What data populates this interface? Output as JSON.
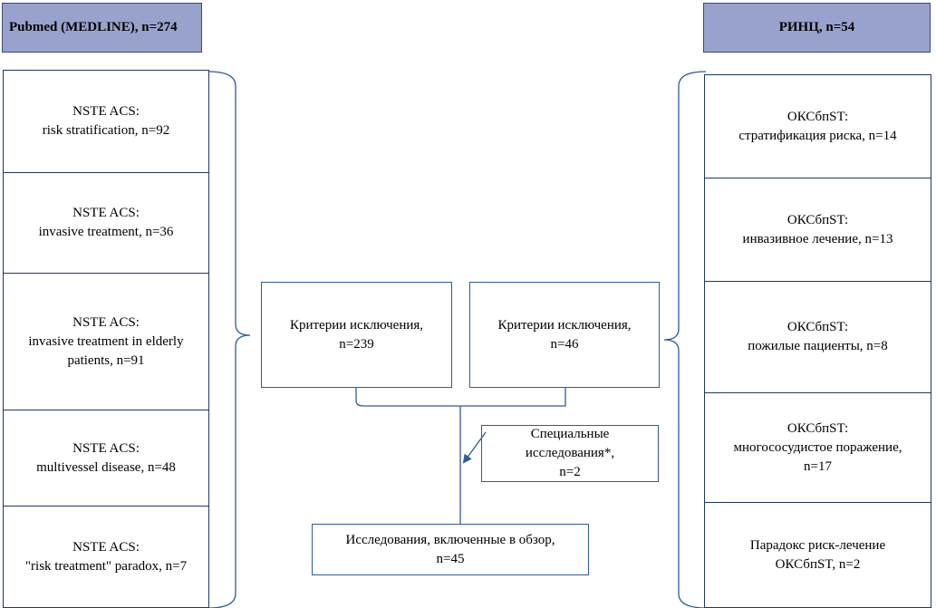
{
  "headers": {
    "pubmed": "Pubmed (MEDLINE), n=274",
    "rinc": "РИНЦ, n=54"
  },
  "left_boxes": [
    {
      "line1": "NSTE ACS:",
      "line2": "risk stratification, n=92",
      "line3": ""
    },
    {
      "line1": "NSTE ACS:",
      "line2": "invasive treatment, n=36",
      "line3": ""
    },
    {
      "line1": "NSTE ACS:",
      "line2": "invasive treatment in elderly",
      "line3": "patients, n=91"
    },
    {
      "line1": "NSTE ACS:",
      "line2": "multivessel disease, n=48",
      "line3": ""
    },
    {
      "line1": "NSTE ACS:",
      "line2": "\"risk treatment\" paradox, n=7",
      "line3": ""
    }
  ],
  "right_boxes": [
    {
      "line1": "ОКСбпST:",
      "line2": "стратификация риска, n=14",
      "line3": ""
    },
    {
      "line1": "ОКСбпST:",
      "line2": "инвазивное лечение, n=13",
      "line3": ""
    },
    {
      "line1": "ОКСбпST:",
      "line2": "пожилые пациенты, n=8",
      "line3": ""
    },
    {
      "line1": "ОКСбпST:",
      "line2": "многососудистое поражение,",
      "line3": "n=17"
    },
    {
      "line1": "Парадокс риск-лечение",
      "line2": "ОКСбпST, n=2",
      "line3": ""
    }
  ],
  "exclusion_left": {
    "line1": "Критерии исключения,",
    "line2": "n=239"
  },
  "exclusion_right": {
    "line1": "Критерии исключения,",
    "line2": "n=46"
  },
  "special": {
    "line1": "Специальные",
    "line2": "исследования*,",
    "line3": "n=2"
  },
  "result": {
    "line1": "Исследования, включенные в обзор,",
    "line2": "n=45"
  }
}
